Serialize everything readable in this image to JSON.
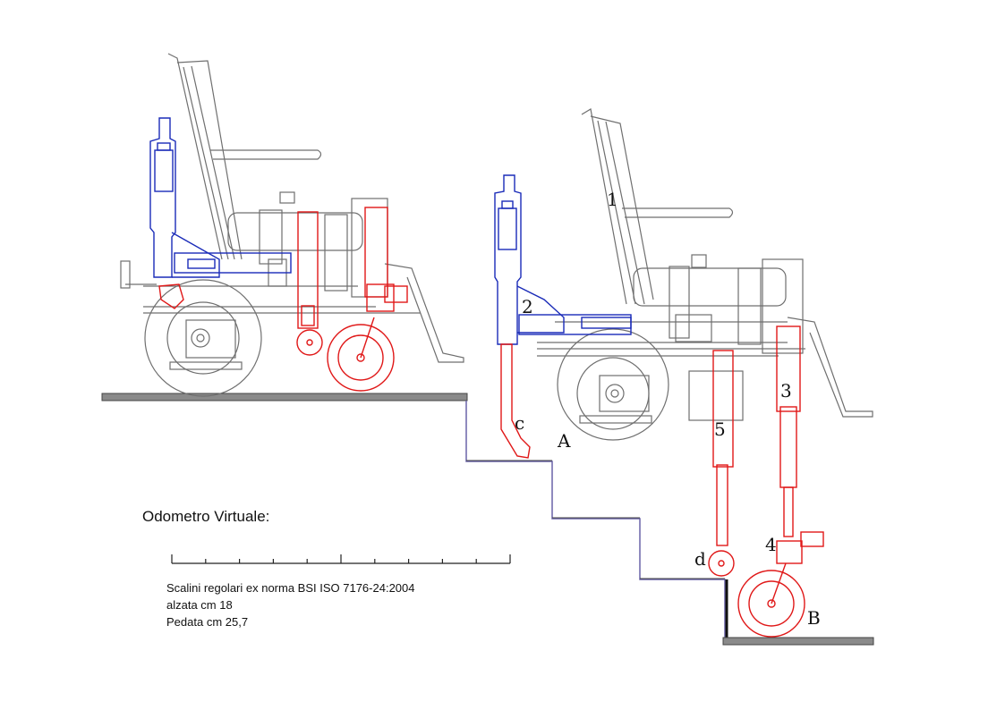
{
  "odometer": {
    "title": "Odometro Virtuale:",
    "tick_count": 11
  },
  "notes": {
    "line1": "Scalini regolari ex norma BSI ISO 7176-24:2004",
    "line2": "alzata cm 18",
    "line3": "Pedata cm 25,7"
  },
  "labels": {
    "l1": "1",
    "l2": "2",
    "l3": "3",
    "l4": "4",
    "l5": "5",
    "lA": "A",
    "lB": "B",
    "lc": "c",
    "ld": "d"
  },
  "colors": {
    "frame": "#6f6f6f",
    "lift_arm": "#1a2bb8",
    "actuators": "#e01818",
    "steps": "#6a63a8"
  }
}
